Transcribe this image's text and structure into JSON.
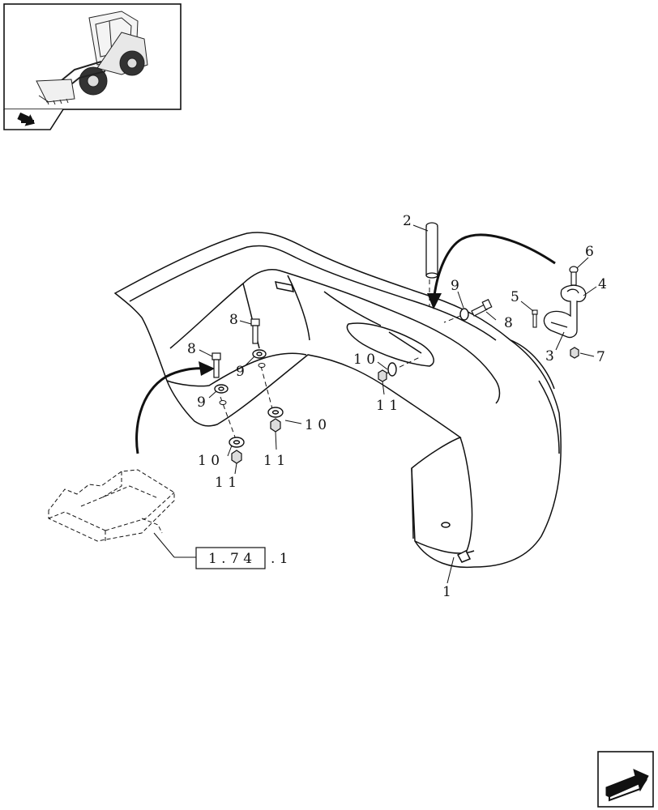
{
  "thumbnail": {
    "icon": "wheel-loader-thumbnail",
    "nav_icon": "previous-page-arrow-icon"
  },
  "callouts": {
    "c1": "1",
    "c2": "2",
    "c3": "3",
    "c4": "4",
    "c5": "5",
    "c6": "6",
    "c7": "7",
    "c8a": "8",
    "c8b": "8",
    "c8c": "8",
    "c9a": "9",
    "c9b": "9",
    "c9c": "9",
    "c10a": "1 0",
    "c10b": "1 0",
    "c10c": "1 0",
    "c11a": "1 1",
    "c11b": "1 1",
    "c11c": "1 1"
  },
  "reference": {
    "boxed": "1 . 7 4",
    "suffix": ". 1"
  },
  "footer": {
    "nav_icon": "next-page-arrow-icon"
  },
  "colors": {
    "line": "#111111",
    "background": "#ffffff"
  }
}
